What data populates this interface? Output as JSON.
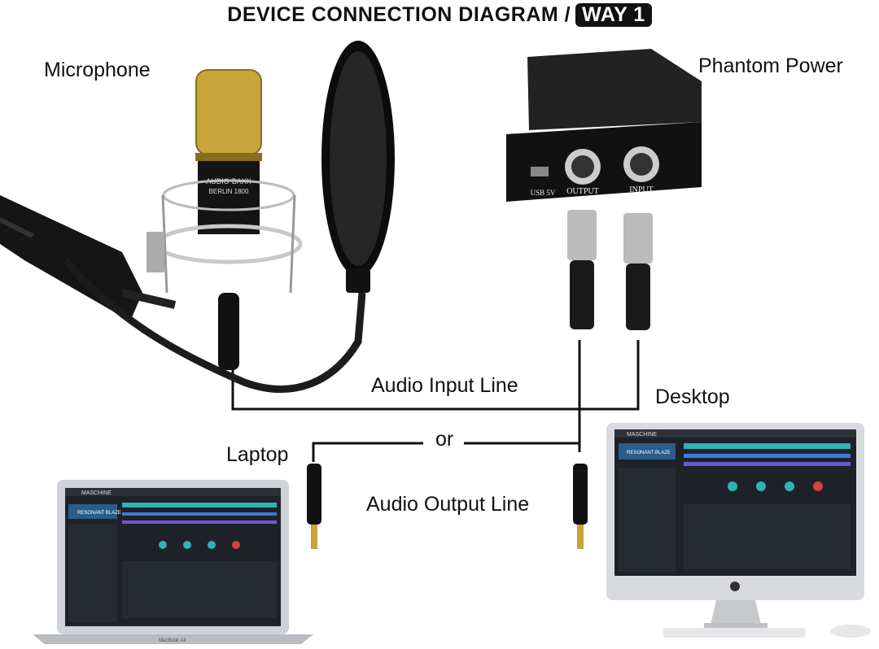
{
  "title": {
    "main": "DEVICE CONNECTION DIAGRAM /",
    "badge": "WAY 1"
  },
  "labels": {
    "microphone": "Microphone",
    "phantom_power": "Phantom Power",
    "audio_input_line": "Audio Input Line",
    "desktop": "Desktop",
    "laptop": "Laptop",
    "or": "or",
    "audio_output_line": "Audio Output Line"
  },
  "device_text": {
    "mic_brand": "AUDIO-BAXX",
    "mic_model": "BERLIN 1800",
    "usb_port": "USB 5V",
    "output_port": "OUTPUT",
    "input_port": "INPUT",
    "app_name": "MASCHINE",
    "project_name": "RESONANT BLAZE",
    "laptop_model": "MacBook Air"
  },
  "colors": {
    "line": "#111111",
    "mic_gold": "#c9a43a",
    "box": "#1a1a1a",
    "screen_bg": "#1e2228",
    "accent_teal": "#2fb3b3",
    "accent_red": "#d94040"
  }
}
